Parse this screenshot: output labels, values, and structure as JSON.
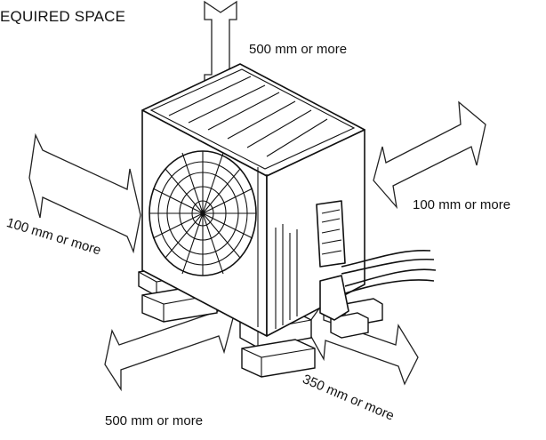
{
  "diagram": {
    "title": "EQUIRED SPACE",
    "labels": {
      "top": "500 mm or more",
      "right": "100 mm or more",
      "left": "100 mm or more",
      "front_bottom": "500 mm or more",
      "front_right": "350 mm or more"
    }
  }
}
